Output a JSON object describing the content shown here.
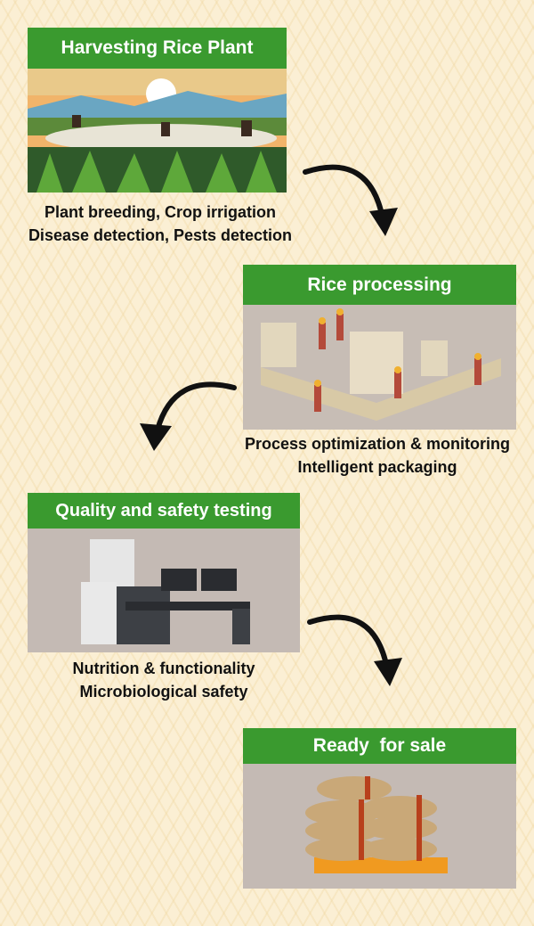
{
  "stages": [
    {
      "title": "Harvesting Rice Plant",
      "image": "rice-field-illustration",
      "captions": [
        "Plant breeding, Crop irrigation",
        "Disease detection, Pests detection"
      ]
    },
    {
      "title": "Rice processing",
      "image": "factory-illustration",
      "captions": [
        "Process optimization & monitoring",
        "Intelligent packaging"
      ]
    },
    {
      "title": "Quality and safety testing",
      "image": "lab-instrument-illustration",
      "captions": [
        "Nutrition & functionality",
        "Microbiological safety"
      ]
    },
    {
      "title": "Ready  for sale",
      "image": "rice-sacks-illustration",
      "captions": []
    }
  ],
  "colors": {
    "header": "#3a9a2f",
    "background": "#fbefd4",
    "panel": "#c4bab4"
  }
}
